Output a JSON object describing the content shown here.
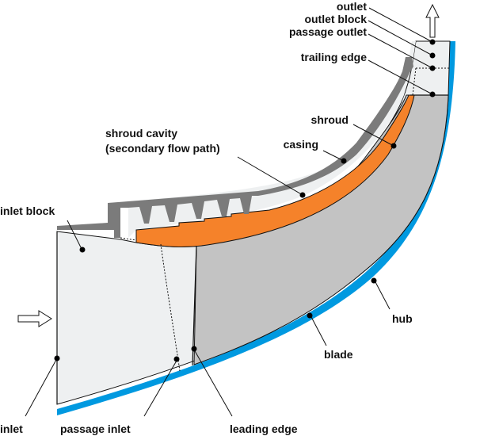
{
  "title": "Turbine stage meridional geometry",
  "colors": {
    "passage_fill": "#eef0f1",
    "blade_fill": "#c3c3c3",
    "shroud_fill": "#f5822a",
    "casing_fill": "#7b7b7b",
    "hub_stripe": "#0099e0",
    "outline": "#111111"
  },
  "labels": {
    "outlet": "outlet",
    "outlet_block": "outlet block",
    "passage_outlet": "passage outlet",
    "trailing_edge": "trailing edge",
    "shroud": "shroud",
    "casing": "casing",
    "shroud_cavity_line1": "shroud cavity",
    "shroud_cavity_line2": "(secondary flow path)",
    "inlet_block": "inlet block",
    "hub": "hub",
    "blade": "blade",
    "inlet": "inlet",
    "passage_inlet": "passage inlet",
    "leading_edge": "leading edge"
  },
  "arrows": {
    "inflow": "inflow-arrow",
    "outflow": "outflow-arrow"
  }
}
